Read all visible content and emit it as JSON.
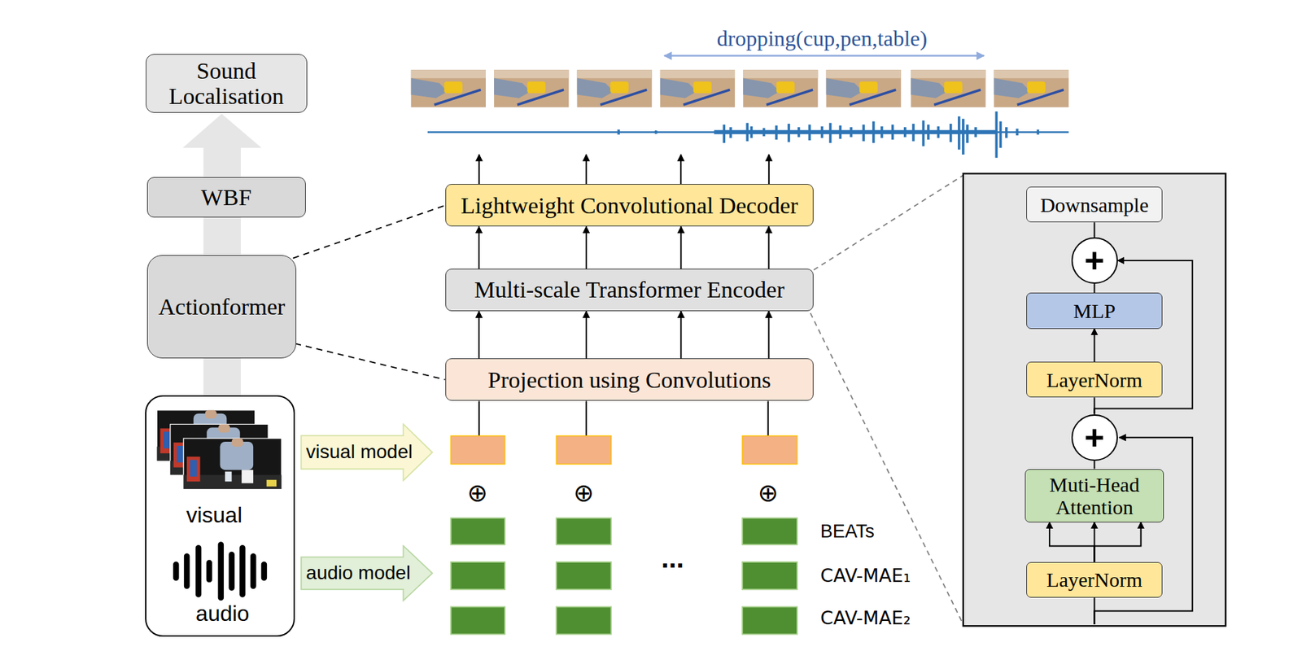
{
  "diagram": {
    "nodes": [
      {
        "text": [
          "Sound Localisation"
        ]
      },
      {
        "text": [
          "WBF"
        ]
      },
      {
        "text": [
          "Actionformer"
        ]
      },
      {
        "text": [
          "visual",
          "audio"
        ]
      },
      {
        "text": [
          "visual model"
        ]
      },
      {
        "text": [
          "audio model"
        ]
      },
      {
        "text": [
          "Lightweight Convolutional Decoder"
        ]
      },
      {
        "text": [
          "Multi-scale Transformer Encoder"
        ]
      },
      {
        "text": [
          "Projection using Convolutions"
        ]
      },
      {
        "text": [
          "Downsample"
        ]
      },
      {
        "text": [
          "+"
        ]
      },
      {
        "text": [
          "MLP"
        ]
      },
      {
        "text": [
          "LayerNorm"
        ]
      },
      {
        "text": [
          "+"
        ]
      },
      {
        "text": [
          "Muti-Head Attention"
        ]
      },
      {
        "text": [
          "LayerNorm"
        ]
      }
    ],
    "edges": [
      {
        "from": 2,
        "to": 6,
        "arrow": "none"
      },
      {
        "from": 2,
        "to": 8,
        "arrow": "none"
      },
      {
        "from": 8,
        "to": 7,
        "arrow": "to"
      },
      {
        "from": 8,
        "to": 7,
        "arrow": "to"
      },
      {
        "from": 8,
        "to": 7,
        "arrow": "to"
      },
      {
        "from": 8,
        "to": 7,
        "arrow": "to"
      },
      {
        "from": 7,
        "to": 6,
        "arrow": "to"
      },
      {
        "from": 7,
        "to": 6,
        "arrow": "to"
      },
      {
        "from": 7,
        "to": 6,
        "arrow": "to"
      },
      {
        "from": 7,
        "to": 6,
        "arrow": "to"
      },
      {
        "from": 15,
        "to": 14,
        "arrow": "to"
      },
      {
        "from": 15,
        "to": 14,
        "arrow": "to"
      },
      {
        "from": 15,
        "to": 14,
        "arrow": "to"
      },
      {
        "from": 14,
        "to": 13,
        "arrow": "none"
      },
      {
        "from": 13,
        "to": 12,
        "arrow": "none"
      },
      {
        "from": 13,
        "to": 10,
        "arrow": "to"
      },
      {
        "from": 12,
        "to": 11,
        "arrow": "to"
      },
      {
        "from": 11,
        "to": 10,
        "arrow": "none"
      },
      {
        "from": 10,
        "to": 9,
        "arrow": "none"
      }
    ],
    "labels": [
      "dropping(cup,pen,table)",
      "⊕",
      "⊕",
      "⊕",
      "...",
      "BEATs",
      "CAV-MAE₁",
      "CAV-MAE₂"
    ]
  }
}
